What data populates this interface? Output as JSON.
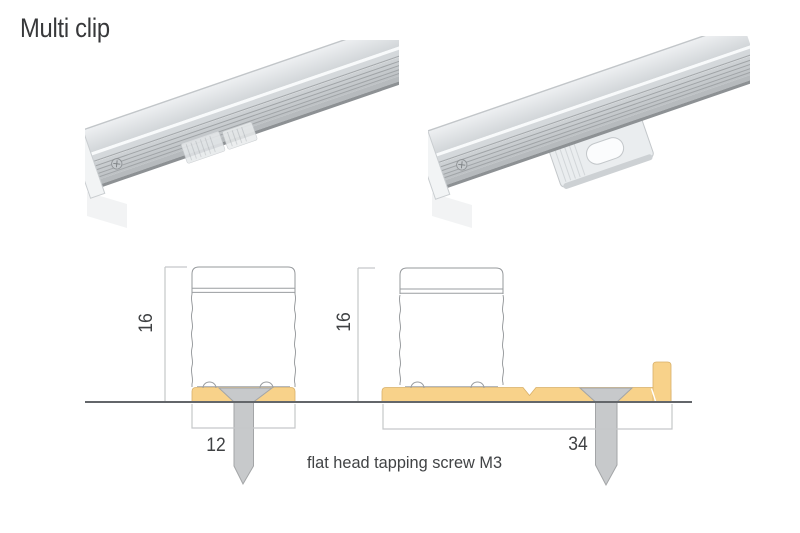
{
  "title": "Multi clip",
  "dimensions": {
    "left": {
      "height": "16",
      "width": "12"
    },
    "right": {
      "height": "16",
      "width": "34"
    }
  },
  "note": "flat head tapping screw M3",
  "colors": {
    "clip": "#F8D28A",
    "screw": "#C7C9CB",
    "outline": "#95989B",
    "dimension_line": "#C5C7C9",
    "ground": "#63666A",
    "text": "#3F4143"
  }
}
